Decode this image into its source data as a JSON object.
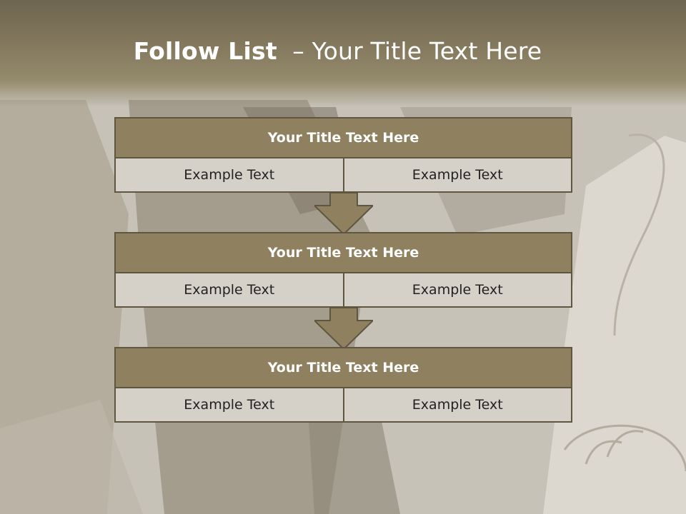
{
  "title": {
    "bold": "Follow List",
    "rest": "– Your Title Text Here"
  },
  "steps": [
    {
      "title": "Your Title Text Here",
      "left": "Example Text",
      "right": "Example Text"
    },
    {
      "title": "Your Title Text Here",
      "left": "Example Text",
      "right": "Example Text"
    },
    {
      "title": "Your Title Text Here",
      "left": "Example Text",
      "right": "Example Text"
    }
  ],
  "colors": {
    "header_band": "#857a5e",
    "box_title_fill": "#8f805f",
    "box_cell_fill": "#d5d1c8",
    "border": "#5f5640",
    "arrow_fill": "#8f805f"
  },
  "icons": [
    "down-arrow-icon"
  ]
}
